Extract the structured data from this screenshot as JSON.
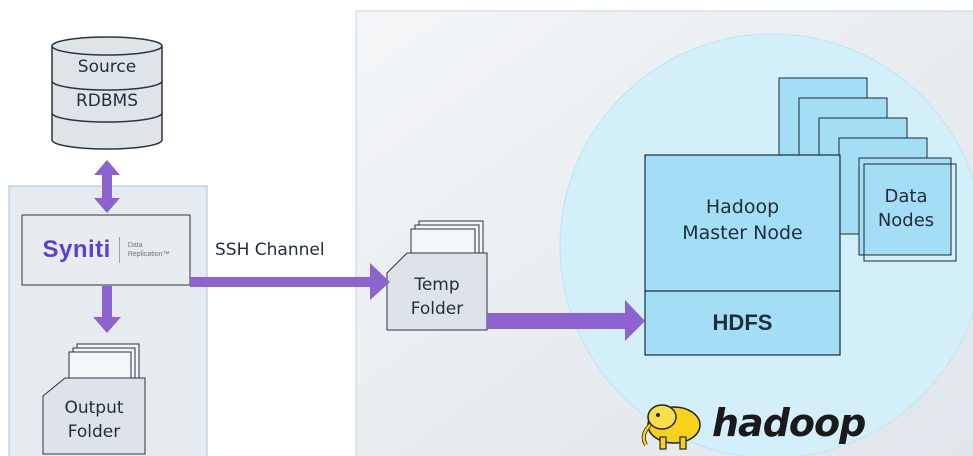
{
  "source_db": {
    "line1": "Source",
    "line2": "RDBMS"
  },
  "syniti": {
    "brand": "Syniti",
    "product_line1": "Data",
    "product_line2": "Replication™"
  },
  "output_folder": {
    "line1": "Output",
    "line2": "Folder"
  },
  "channel_label": "SSH Channel",
  "temp_folder": {
    "line1": "Temp",
    "line2": "Folder"
  },
  "master_node": {
    "line1": "Hadoop",
    "line2": "Master Node",
    "hdfs": "HDFS"
  },
  "data_nodes": {
    "line1": "Data",
    "line2": "Nodes"
  },
  "hadoop_logo": {
    "word": "hadoop",
    "icon": "elephant-icon"
  },
  "colors": {
    "arrow": "#8d63d0",
    "left_panel_bg": "#e6ebef",
    "left_panel_border": "#a9c3d6",
    "right_panel_bg": "#e7ecef",
    "cluster_circle": "#d3effa",
    "node_fill": "#a3ddf6",
    "node_stroke": "#1d2a36",
    "folder_fill": "#dde3e8",
    "syniti_purple": "#5a3fd6",
    "hadoop_yellow": "#f7d21c"
  }
}
